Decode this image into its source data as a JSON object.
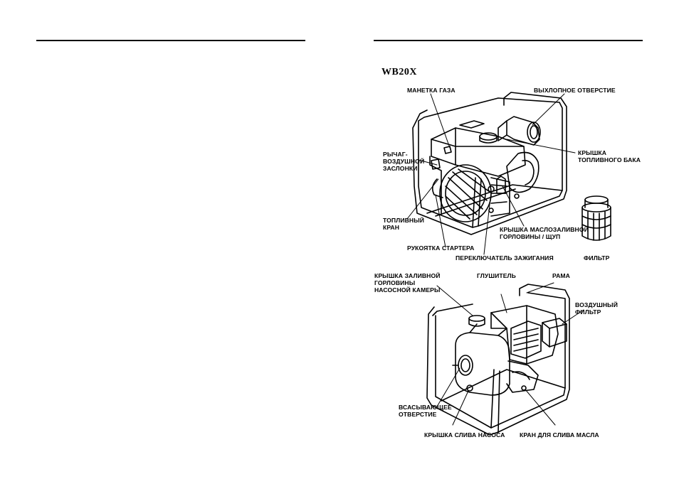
{
  "model": "WB20X",
  "diagram_top": {
    "throttle_lever": "МАНЕТКА ГАЗА",
    "exhaust_port": "ВЫХЛОПНОЕ ОТВЕРСТИЕ",
    "choke_lever": "РЫЧАГ-\nВОЗДУШНОЙ\nЗАСЛОНКИ",
    "fuel_tank_cap": "КРЫШКА\nТОПЛИВНОГО БАКА",
    "fuel_valve": "ТОПЛИВНЫЙ\nКРАН",
    "oil_filler_cap": "КРЫШКА МАСЛОЗАЛИВНОЙ\nГОРЛОВИНЫ / ЩУП",
    "starter_grip": "РУКОЯТКА СТАРТЕРА",
    "ignition_switch": "ПЕРЕКЛЮЧАТЕЛЬ ЗАЖИГАНИЯ",
    "strainer": "ФИЛЬТР"
  },
  "diagram_bottom": {
    "priming_cap": "КРЫШКА ЗАЛИВНОЙ\nГОРЛОВИНЫ\nНАСОСНОЙ КАМЕРЫ",
    "muffler": "ГЛУШИТЕЛЬ",
    "frame": "РАМА",
    "air_cleaner": "ВОЗДУШНЫЙ\nФИЛЬТР",
    "suction_port": "ВСАСЫВАЮЩЕЕ\nОТВЕРСТИЕ",
    "pump_drain_plug": "КРЫШКА СЛИВА НАСОСА",
    "oil_drain_plug": "КРАН ДЛЯ СЛИВА МАСЛА"
  }
}
